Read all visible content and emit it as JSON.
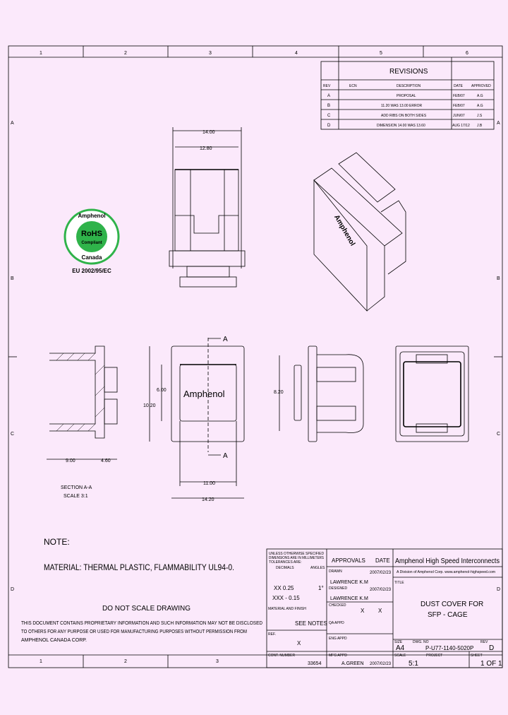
{
  "zones": {
    "columns_top": [
      "1",
      "2",
      "3",
      "4",
      "5",
      "6"
    ],
    "columns_bottom": [
      "1",
      "2",
      "3"
    ],
    "rows": [
      "A",
      "B",
      "C",
      "D"
    ]
  },
  "revisions": {
    "title": "REVISIONS",
    "headers": [
      "REV",
      "ECN",
      "DESCRIPTION",
      "DATE",
      "APPROVED"
    ],
    "rows": [
      {
        "rev": "A",
        "ecn": "",
        "description": "PROPOSAL",
        "date": "FEB/07",
        "approved": "A.G"
      },
      {
        "rev": "B",
        "ecn": "",
        "description": "11.20 WAS 13.00 ERROR",
        "date": "FEB/07",
        "approved": "A.G"
      },
      {
        "rev": "C",
        "ecn": "",
        "description": "ADD RIBS ON BOTH SIDES",
        "date": "JUN/07",
        "approved": "J.S"
      },
      {
        "rev": "D",
        "ecn": "",
        "description": "DIMENSION 14.00 WAS 13.60",
        "date": "AUG 17/12",
        "approved": "J.B"
      }
    ]
  },
  "rohs_logo": {
    "text_top": "Amphenol",
    "text_right": "Canada",
    "center": "RoHS",
    "center2": "Compliant",
    "bottom": "EU 2002/95/EC",
    "color": "#2fb34a"
  },
  "dimensions": {
    "top_width_outer": "14.00",
    "top_width_inner": "12.80",
    "section_left": "9.00",
    "section_right": "4.60",
    "front_height_inner": "6.00",
    "front_height_outer": "10.20",
    "front_width_inner": "11.00",
    "front_width_outer": "14.20",
    "side_height": "8.20",
    "section_marker": "A"
  },
  "part_marking": "Amphenol",
  "section_label": {
    "line1": "SECTION A-A",
    "line2": "SCALE 3:1"
  },
  "notes": {
    "heading": "NOTE:",
    "material": "MATERIAL: THERMAL PLASTIC, FLAMMABILITY UL94-0.",
    "do_not_scale": "DO  NOT SCALE DRAWING",
    "proprietary": [
      "THIS DOCUMENT CONTAINS PROPRIETARY INFORMATION AND SUCH INFORMATION MAY NOT BE DISCLOSED",
      "TO OTHERS FOR ANY PURPOSE OR USED FOR MANUFACTURING PURPOSES WITHOUT PERMISSION FROM",
      "AMPHENOL CANADA CORP."
    ]
  },
  "title_block": {
    "tolerance_header": [
      "UNLESS OTHERWISE SPECIFIED",
      "DIMENSIONS ARE IN MILLIMETERS",
      "TOLERANCES ARE:"
    ],
    "decimals_label": "DECIMALS",
    "angles_label": "ANGLES",
    "xx": "XX  0.25",
    "angle": "1°",
    "xxx": "XXX - 0.15",
    "material_label": "MATERIAL AND FINISH",
    "material_value": "SEE NOTES",
    "ref_label": "REF.",
    "ref_value": "X",
    "cont_label": "CONT. NUMBER",
    "cont_value": "33654",
    "approvals_label": "APPROVALS",
    "date_label": "DATE",
    "drawn_label": "DRAWN",
    "drawn_by": "LAWRENCE K.M",
    "drawn_date": "2007/02/23",
    "designed_label": "DESIGNED",
    "designed_by": "LAWRENCE K.M",
    "designed_date": "2007/02/23",
    "checked_label": "CHECKED",
    "checked_by": "X",
    "checked_date": "X",
    "qa_label": "QA APPD",
    "eng_label": "ENG APPD",
    "mfg_label": "MFG APPD",
    "mfg_by": "A.GREEN",
    "mfg_date": "2007/02/23",
    "company": "Amphenol High Speed Interconnects",
    "company_sub": "A Division of Amphenol Corp. www.amphenol-highspeed.com",
    "title_label": "TITLE",
    "title1": "DUST COVER FOR",
    "title2": "SFP - CAGE",
    "size_label": "SIZE",
    "size": "A4",
    "dwg_label": "DWG. NO",
    "dwg_no": "P-U77-1140-5020P",
    "rev_label": "REV",
    "rev": "D",
    "scale_label": "SCALE",
    "scale": "5:1",
    "project_label": "PROJECT",
    "sheet_label": "SHEET",
    "sheet": "1 OF 1"
  }
}
